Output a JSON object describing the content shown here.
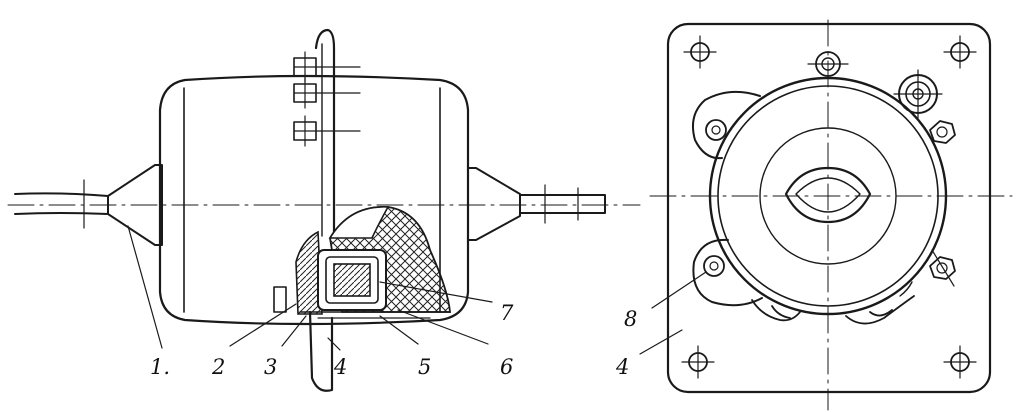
{
  "figure": {
    "side_view": {
      "labels": {
        "l1": "1.",
        "l2": "2",
        "l3": "3",
        "l4": "4",
        "l5": "5",
        "l6": "6",
        "l7": "7"
      }
    },
    "front_view": {
      "labels": {
        "l8": "8",
        "l4": "4"
      }
    }
  }
}
